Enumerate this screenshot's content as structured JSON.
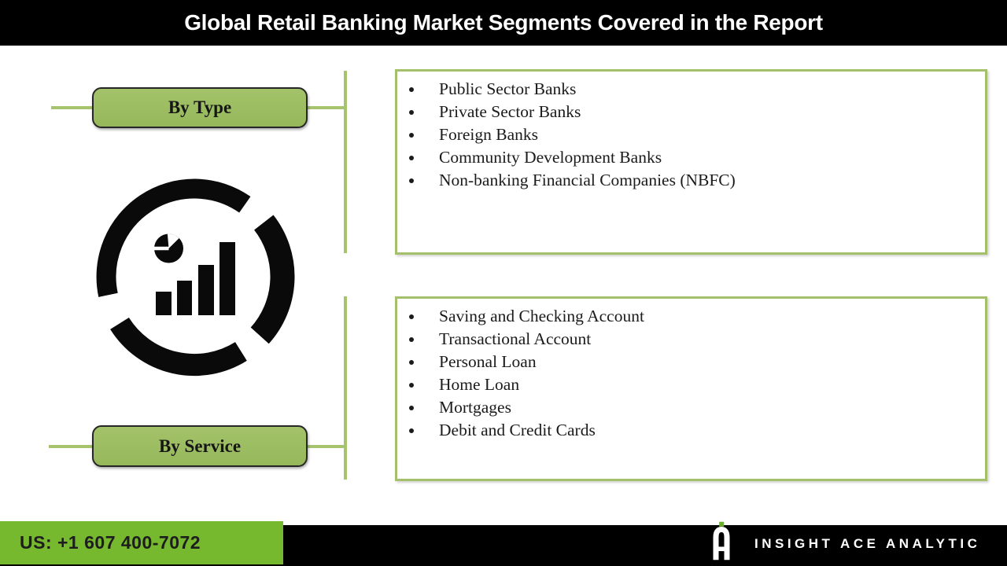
{
  "header": {
    "title": "Global Retail Banking Market Segments Covered in the Report"
  },
  "segments": [
    {
      "label": "By Type",
      "items": [
        "Public Sector Banks",
        "Private Sector Banks",
        "Foreign Banks",
        "Community Development Banks",
        "Non-banking Financial Companies (NBFC)"
      ]
    },
    {
      "label": "By Service",
      "items": [
        "Saving and Checking Account",
        "Transactional Account",
        "Personal Loan",
        "Home Loan",
        "Mortgages",
        "Debit and Credit Cards"
      ]
    }
  ],
  "icon": {
    "name": "market-analytics-icon",
    "description": "pie chart and ascending bar graph inside a segmented circle"
  },
  "footer": {
    "phone": "US: +1 607 400-7072",
    "brand": "INSIGHT ACE ANALYTIC",
    "logo": "insight-ace-logo"
  },
  "colors": {
    "header_bg": "#000000",
    "pill_green": "#9cbd62",
    "connector_green": "#a6c36e",
    "box_border_green": "#a4c06a",
    "footer_green": "#76b82e",
    "logo_green": "#6ab02e",
    "text_dark": "#1b1b1b",
    "text_white": "#ffffff"
  }
}
